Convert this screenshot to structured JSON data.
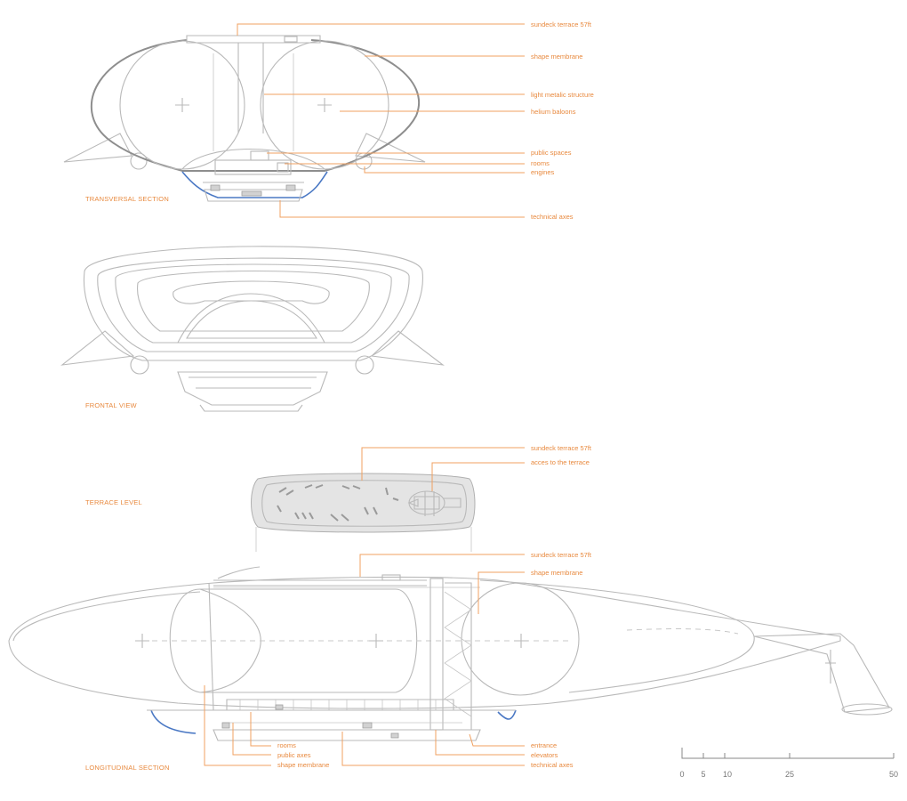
{
  "sections": {
    "transversal": "TRANSVERSAL SECTION",
    "frontal": "FRONTAL VIEW",
    "terrace": "TERRACE LEVEL",
    "longitudinal": "LONGITUDINAL SECTION"
  },
  "labels": {
    "transversal": [
      "sundeck terrace 57ft",
      "shape membrane",
      "light metalic structure",
      "helium baloons",
      "public spaces",
      "rooms",
      "engines",
      "technical axes"
    ],
    "terrace": [
      "sundeck terrace 57ft",
      "acces to the terrace"
    ],
    "longitudinal_top": [
      "sundeck terrace 57ft",
      "shape membrane"
    ],
    "longitudinal_bottom_left": [
      "rooms",
      "public axes",
      "shape membrane"
    ],
    "longitudinal_bottom_right": [
      "entrance",
      "elevators",
      "technical axes"
    ]
  },
  "scale": {
    "ticks": [
      "0",
      "5",
      "10",
      "25",
      "50"
    ]
  },
  "colors": {
    "accent": "#e8893e",
    "line": "#b9b9b9",
    "blue": "#4a78c4"
  }
}
